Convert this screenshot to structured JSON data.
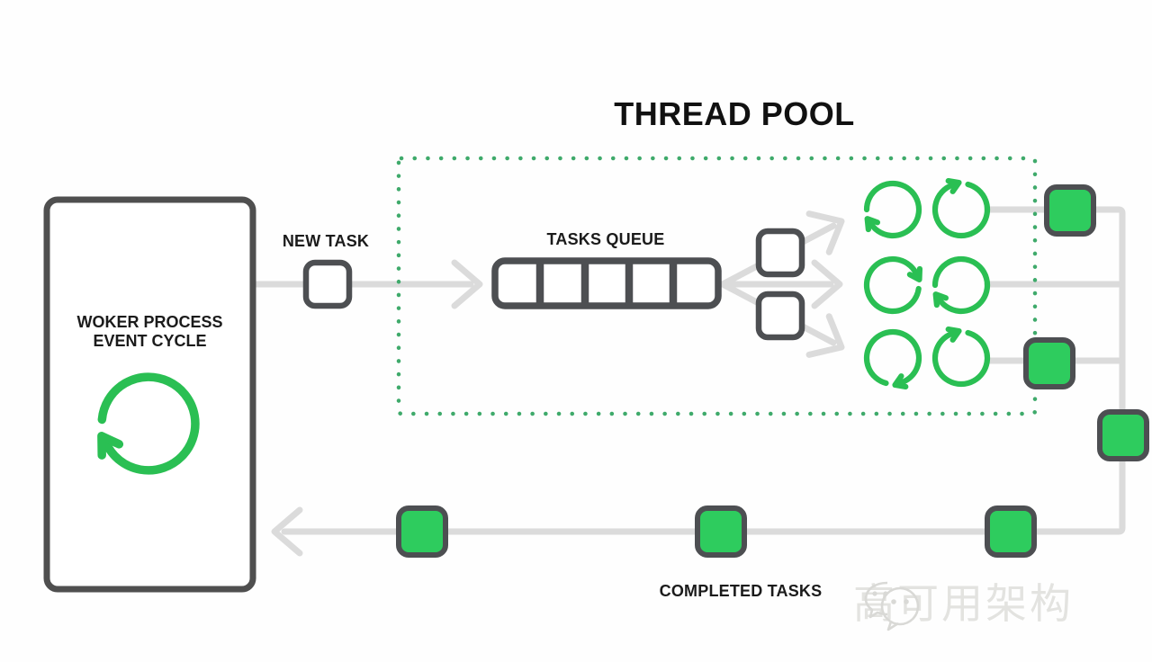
{
  "title": "THREAD POOL",
  "worker_box": {
    "line1": "WOKER PROCESS",
    "line2": "EVENT CYCLE",
    "icon": "event-cycle-arrow-icon"
  },
  "flow": {
    "new_task": {
      "label": "NEW TASK",
      "squares": 1
    },
    "tasks_queue": {
      "label": "TASKS QUEUE",
      "cells": 5
    },
    "dispatch": {
      "pending_task_squares": 2,
      "fan_arrows": 3
    },
    "threads": {
      "rows": 3,
      "per_row": 2,
      "icon": "thread-cycle-arrow-icon"
    },
    "completed": {
      "label": "COMPLETED TASKS",
      "green_task_squares": 6
    }
  },
  "watermark": {
    "text": "高可用架构",
    "icon": "wechat-bubbles-icon"
  },
  "colors": {
    "green_stroke": "#2abf53",
    "green_square_fill": "#2ecc5e",
    "dark_border": "#4d4f52",
    "flow_line_gray": "#dbdbdb",
    "pool_dotted_green": "#3faa6b",
    "label_text": "#1b1b1b",
    "title_text": "#111111",
    "watermark_gray": "#e3e3e0"
  }
}
